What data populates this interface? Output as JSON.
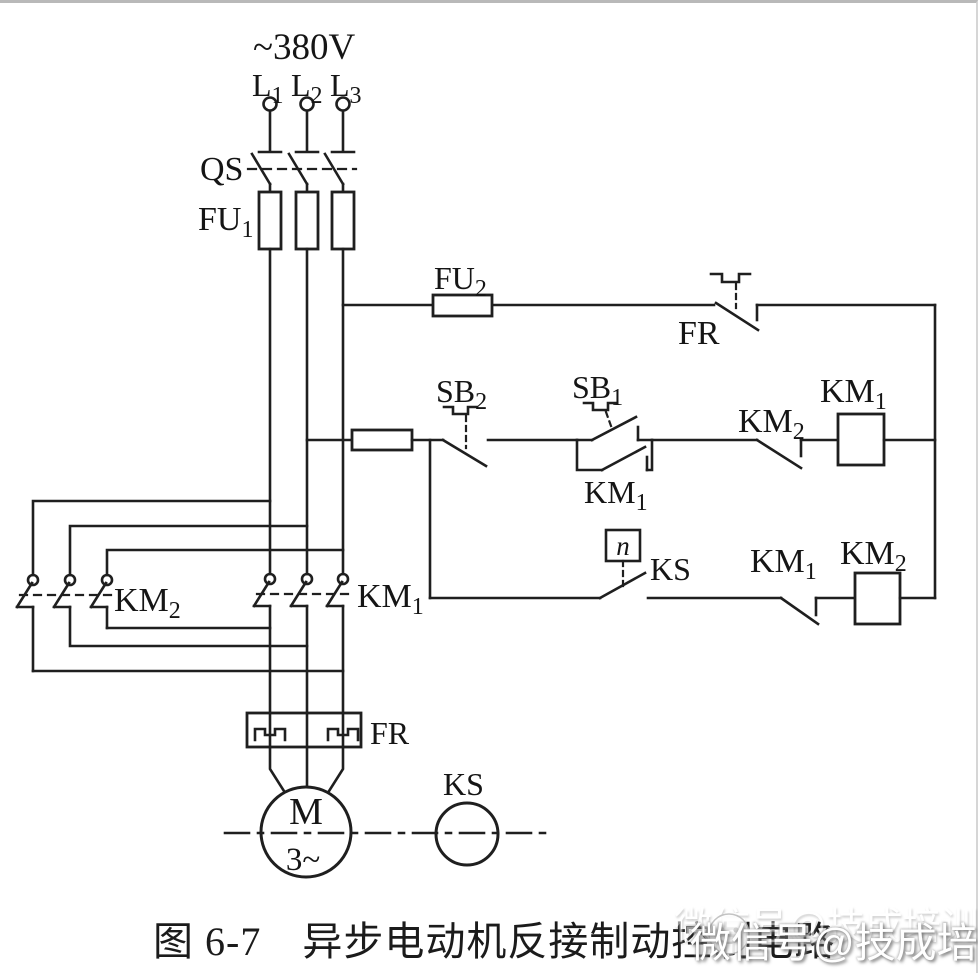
{
  "diagram": {
    "supply": {
      "voltage": "~380V",
      "phases": [
        {
          "base": "L",
          "sub": "1"
        },
        {
          "base": "L",
          "sub": "2"
        },
        {
          "base": "L",
          "sub": "3"
        }
      ]
    },
    "components": {
      "qs": "QS",
      "fu1": {
        "base": "FU",
        "sub": "1"
      },
      "fu2": {
        "base": "FU",
        "sub": "2"
      },
      "fr_contact": "FR",
      "sb2": {
        "base": "SB",
        "sub": "2"
      },
      "sb1": {
        "base": "SB",
        "sub": "1"
      },
      "km1_aux": {
        "base": "KM",
        "sub": "1"
      },
      "km2_interlock": {
        "base": "KM",
        "sub": "2"
      },
      "km1_coil": {
        "base": "KM",
        "sub": "1"
      },
      "speed_box": "n",
      "ks_contact": "KS",
      "km1_interlock": {
        "base": "KM",
        "sub": "1"
      },
      "km2_coil": {
        "base": "KM",
        "sub": "2"
      },
      "km2_main": {
        "base": "KM",
        "sub": "2"
      },
      "km1_main": {
        "base": "KM",
        "sub": "1"
      },
      "fr_element": "FR",
      "motor": {
        "letter": "M",
        "phase": "3~"
      },
      "ks_device": "KS"
    },
    "caption": "图 6-7　异步电动机反接制动控制电路",
    "watermark": "微信号@技成培训",
    "colors": {
      "line": "#1f1f1f",
      "background": "#ffffff",
      "watermark": "#ffffff"
    }
  }
}
